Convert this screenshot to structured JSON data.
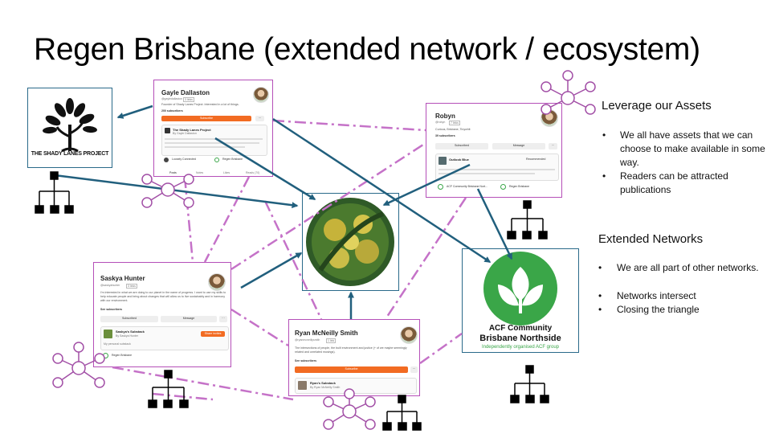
{
  "title": "Regen Brisbane (extended network / ecosystem)",
  "shady_lanes": {
    "logo_text": "THE SHADY LANES PROJECT"
  },
  "gayle": {
    "name": "Gayle Dallaston",
    "handle": "@gayledallaston",
    "badge": "3 links",
    "bio": "Founder of Shady Lanes Project. Interested in a lot of things.",
    "subscribers": "200 subscribers",
    "subscribe": "Subscribe",
    "pub_title": "The Shady Lanes Project",
    "pub_by": "By Gayle Dallaston",
    "rec_1": "Loosely Connected",
    "rec_2": "Regen Brisbane",
    "tabs": [
      "Posts",
      "Notes",
      "Likes",
      "Reads (70)"
    ]
  },
  "robyn": {
    "name": "Robyn",
    "handle": "@robyn",
    "badge": "7 links",
    "bio": "Curious, Brisbane, Tinywhit",
    "subscribers": "39 subscribers",
    "subscribed": "Subscribed",
    "message": "Message",
    "pub_title": "Outlook Blue",
    "recommended": "Recommended",
    "rec_1": "ACF Community Brisbane Nort...",
    "rec_2": "Regen Brisbane"
  },
  "saskya": {
    "name": "Saskya Hunter",
    "handle": "@saskyahunter",
    "badge": "3 links",
    "bio": "I'm interested in what we are doing to our planet in the name of progress. I want to use my skills to help educate people and bring about changes that will allow us to live sustainably and in harmony with our environment.",
    "see_subscribers": "See subscribers",
    "subscribed": "Subscribed",
    "message": "Message",
    "pub_title": "Saskya's Substack",
    "pub_by": "By Saskya Hunter",
    "pub_desc": "My personal substack",
    "share": "Share invites",
    "rec_1": "Regen Brisbane"
  },
  "ryan": {
    "name": "Ryan McNeilly Smith",
    "handle": "@ryanmcneillysmith",
    "badge": "1 link",
    "bio": "The intersections of people, the built environment and justice (+ of we maybe seemingly related and unrelated musings).",
    "see_subscribers": "See subscribers",
    "subscribe": "Subscribe",
    "pub_title": "Ryan's Substack",
    "pub_by": "By Ryan McNeilly Smith"
  },
  "acf": {
    "line1": "ACF Community",
    "line2": "Brisbane Northside",
    "line3": "Independently organised ACF group"
  },
  "leverage": {
    "heading": "Leverage our Assets",
    "bullets": [
      "We all have assets that we can choose to make available in some way.",
      "Readers can be attracted publications"
    ]
  },
  "extended": {
    "heading": "Extended Networks",
    "bullets": [
      "We are all part of other networks.",
      "Networks intersect",
      "Closing the triangle"
    ]
  },
  "colors": {
    "arrow": "#215f7d",
    "dash": "#c572c8",
    "card_border": "#b54fb8",
    "network_icon": "#a24fa6",
    "acf_green": "#3aa648",
    "orange": "#f26b22"
  }
}
